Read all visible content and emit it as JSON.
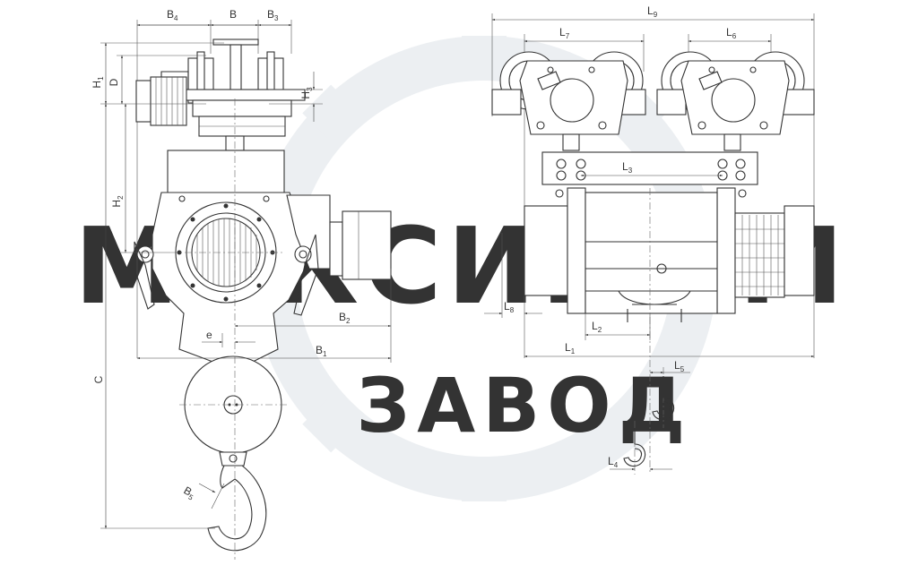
{
  "watermark": {
    "brand": "МАКСИМУМ",
    "subtitle": "ЗАВОД"
  },
  "dimensions": {
    "B4": {
      "main": "B",
      "sub": "4"
    },
    "B": {
      "main": "B",
      "sub": ""
    },
    "B3": {
      "main": "B",
      "sub": "3"
    },
    "H1": {
      "main": "H",
      "sub": "1"
    },
    "D": {
      "main": "D",
      "sub": ""
    },
    "H3": {
      "main": "H",
      "sub": "3"
    },
    "H2": {
      "main": "H",
      "sub": "2"
    },
    "C": {
      "main": "C",
      "sub": ""
    },
    "B2": {
      "main": "B",
      "sub": "2"
    },
    "e": {
      "main": "e",
      "sub": ""
    },
    "B1": {
      "main": "B",
      "sub": "1"
    },
    "B5": {
      "main": "B",
      "sub": "5"
    },
    "L9": {
      "main": "L",
      "sub": "9"
    },
    "L7": {
      "main": "L",
      "sub": "7"
    },
    "L6": {
      "main": "L",
      "sub": "6"
    },
    "L3": {
      "main": "L",
      "sub": "3"
    },
    "L8": {
      "main": "L",
      "sub": "8"
    },
    "L2": {
      "main": "L",
      "sub": "2"
    },
    "L1": {
      "main": "L",
      "sub": "1"
    },
    "L5": {
      "main": "L",
      "sub": "5"
    },
    "L4": {
      "main": "L",
      "sub": "4"
    }
  }
}
